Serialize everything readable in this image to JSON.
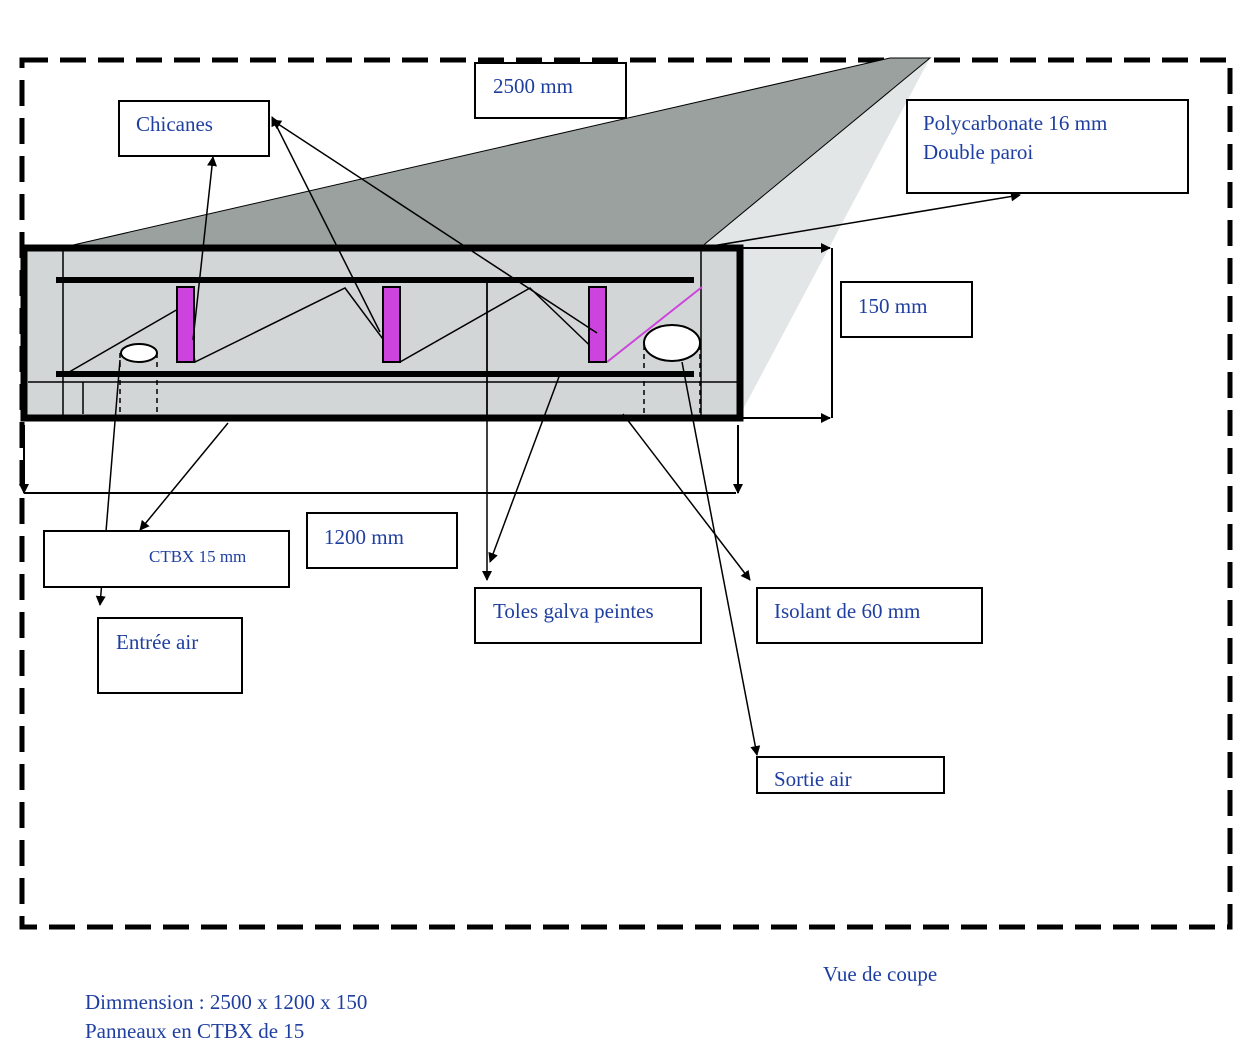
{
  "colors": {
    "label_text": "#1f3fa0",
    "chicane": "#cc44dd",
    "panel_fill": "#d3d6d6",
    "glazing_fill": "#9aa19f"
  },
  "labels": {
    "length": "2500 mm",
    "chicanes": "Chicanes",
    "polycarbonate_line1": "Polycarbonate 16 mm",
    "polycarbonate_line2": "Double paroi",
    "height": "150 mm",
    "width": "1200 mm",
    "ctbx": "CTBX 15 mm",
    "toles": "Toles galva peintes",
    "isolant": "Isolant de 60 mm",
    "entree_air": "Entrée air",
    "sortie_air": "Sortie air"
  },
  "footer": {
    "view": "Vue de coupe",
    "dimension": "Dimmension : 2500 x 1200  x 150",
    "panneaux": "Panneaux en CTBX de 15"
  }
}
